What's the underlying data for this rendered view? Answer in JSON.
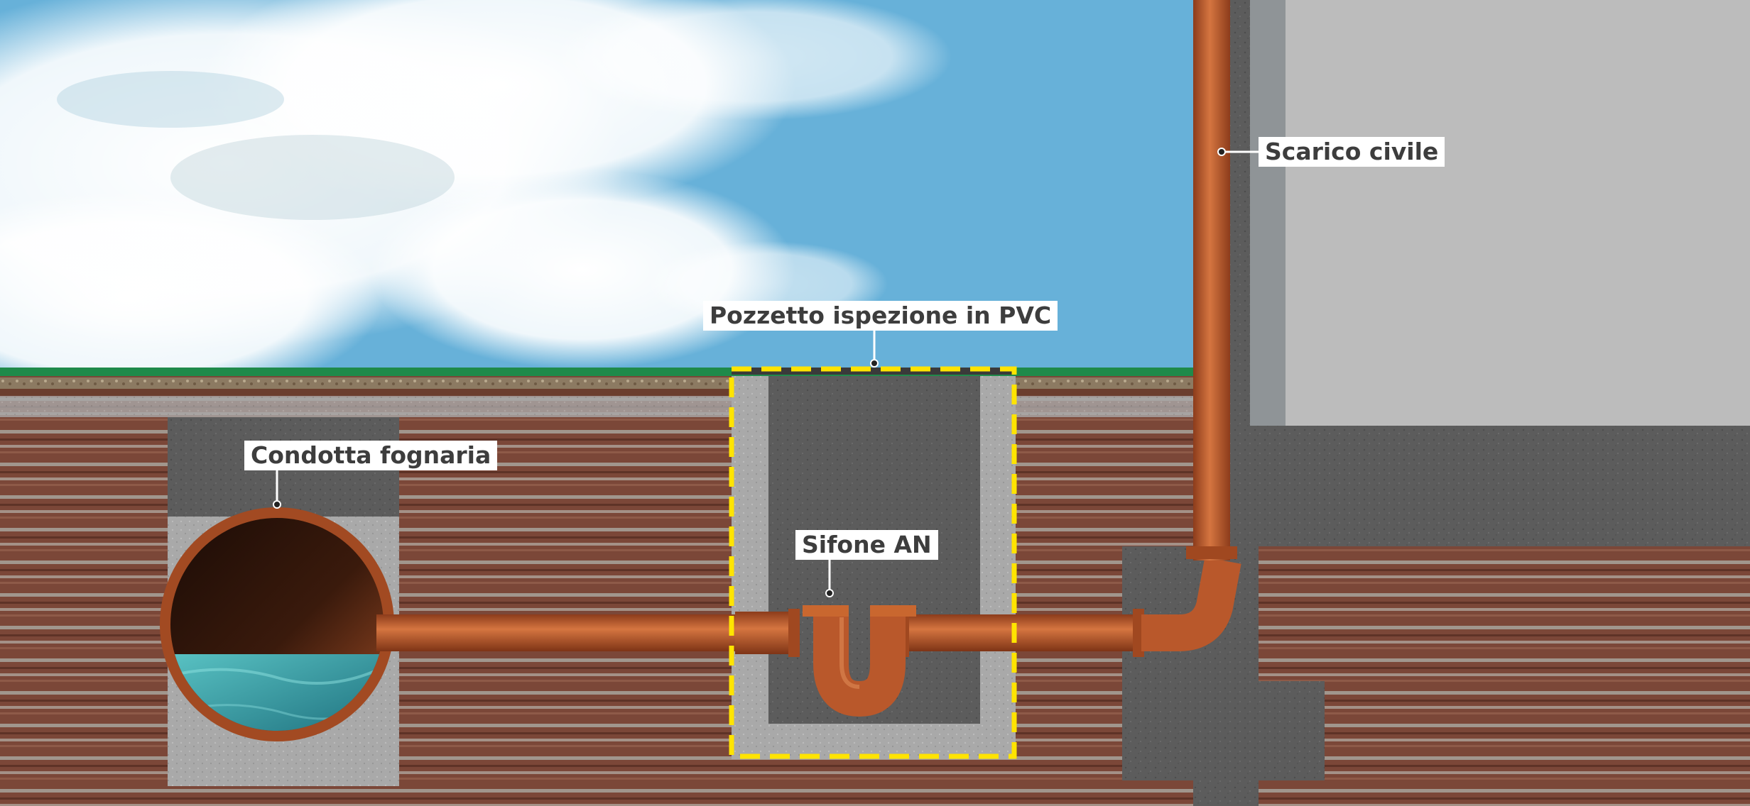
{
  "labels": {
    "scarico": "Scarico civile",
    "pozzetto": "Pozzetto ispezione in PVC",
    "condotta": "Condotta fognaria",
    "sifone": "Sifone AN"
  },
  "colors": {
    "sky": "#67b1d9",
    "grass": "#1f8a4a",
    "soil": "#7a4a3a",
    "gravel": "#9a9a9a",
    "pipe": "#b9582b",
    "highlight": "#ffe400",
    "building": "#bcbcbc",
    "concrete": "#5b5b5b",
    "water": "#2f9aa0"
  }
}
